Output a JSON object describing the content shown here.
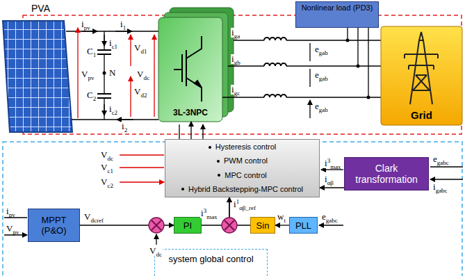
{
  "diagram": {
    "nodes": [
      {
        "text": [
          "Nonlinear load (PD3)"
        ]
      },
      {
        "text": [
          "3L-3NPC"
        ]
      },
      {
        "text": [
          "Grid"
        ]
      },
      {
        "text": [
          "Hysteresis control",
          "PWM control",
          "MPC control",
          "Hybrid Backstepping-MPC control"
        ]
      },
      {
        "text": [
          "Clark transformation"
        ]
      },
      {
        "text": [
          "MPPT (P&O)"
        ]
      },
      {
        "text": [
          "PI"
        ]
      },
      {
        "text": [
          "Sin"
        ]
      },
      {
        "text": [
          "PLL"
        ]
      },
      {
        "text": [
          "system global control"
        ]
      }
    ],
    "edges": [
      {
        "from": 3,
        "to": 1,
        "arrow": "to"
      },
      {
        "from": 4,
        "to": 3,
        "label": "iαβ",
        "arrow": "to"
      },
      {
        "from": 5,
        "to": 6,
        "label": "Vdcref",
        "arrow": "to"
      },
      {
        "from": 6,
        "to": 3,
        "label": "i1αβ_ref",
        "arrow": "to"
      },
      {
        "from": 7,
        "to": 3,
        "arrow": "to"
      },
      {
        "from": 8,
        "to": 7,
        "label": "wt",
        "arrow": "to"
      }
    ],
    "labels": [
      "PVA",
      "ipv",
      "Vpv",
      "i1",
      "ic1",
      "C1",
      "N",
      "C2",
      "ic2",
      "i2",
      "Vd1",
      "Vdc",
      "Vd2",
      "iga",
      "igb",
      "igc",
      "egab",
      "egab",
      "egab",
      "Vdc",
      "Vc1",
      "Vc2",
      "i3max",
      "egabc",
      "igabc",
      "ipv",
      "Vpv",
      "i3max",
      "Vdc",
      "egabc"
    ]
  }
}
